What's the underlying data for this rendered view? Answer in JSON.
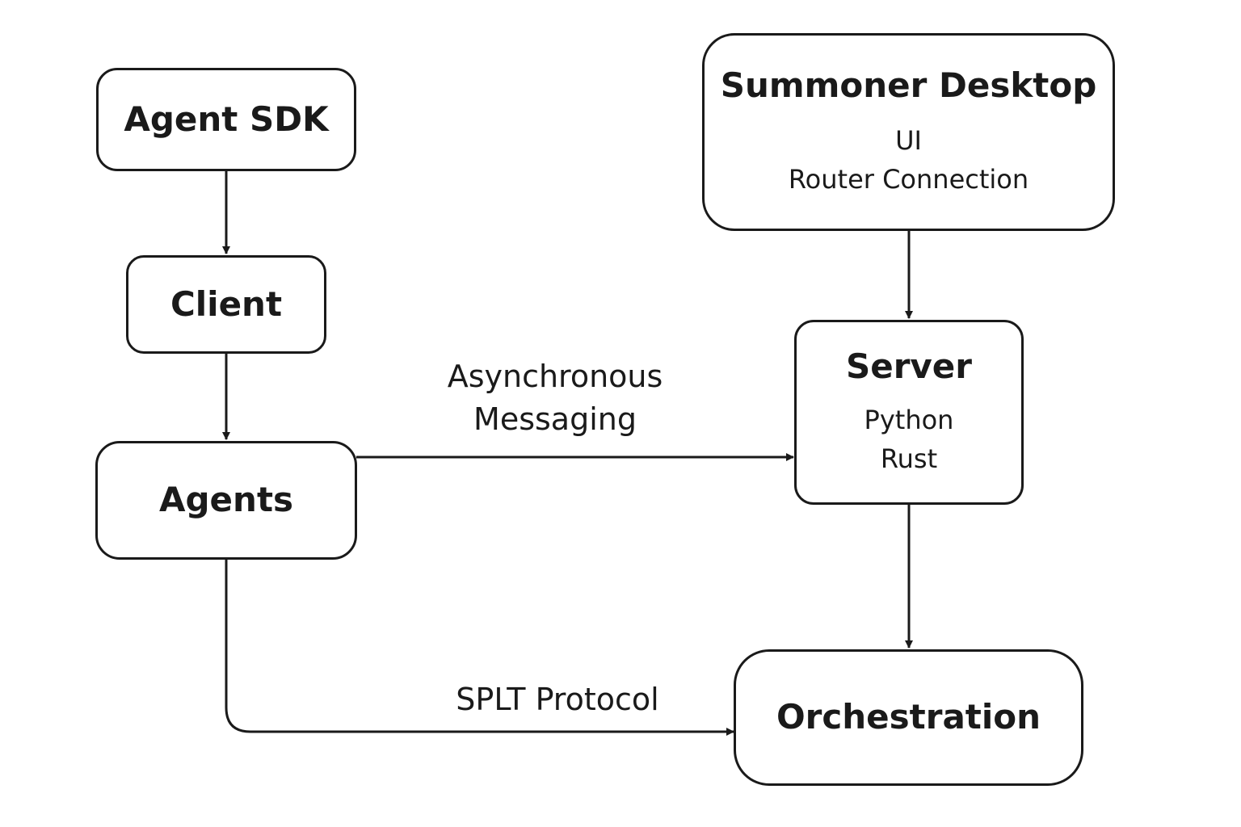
{
  "nodes": {
    "agent_sdk": {
      "title": "Agent SDK"
    },
    "client": {
      "title": "Client"
    },
    "agents": {
      "title": "Agents"
    },
    "summoner_desktop": {
      "title": "Summoner Desktop",
      "lines": [
        "UI",
        "Router Connection"
      ]
    },
    "server": {
      "title": "Server",
      "lines": [
        "Python",
        "Rust"
      ]
    },
    "orchestration": {
      "title": "Orchestration"
    }
  },
  "edges": {
    "async_messaging": {
      "lines": [
        "Asynchronous",
        "Messaging"
      ]
    },
    "splt_protocol": {
      "label": "SPLT Protocol"
    }
  }
}
